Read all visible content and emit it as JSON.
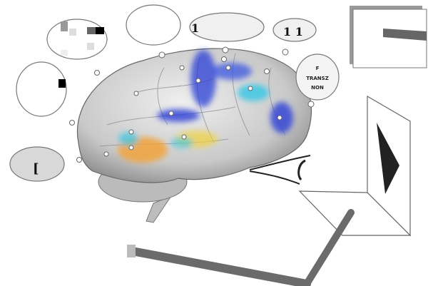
{
  "bubbles": {
    "top_center": "1",
    "top_right": "1 1",
    "right_line1": "F",
    "right_line2": "TRANSZ",
    "right_line3": "NON",
    "left_bottom": "["
  },
  "colors": {
    "brain": "#cfcfcf",
    "activation_blue": "#2a3fd6",
    "activation_cyan": "#34c6e6",
    "activation_orange": "#f4a030",
    "bar": "#6b6b6b"
  }
}
